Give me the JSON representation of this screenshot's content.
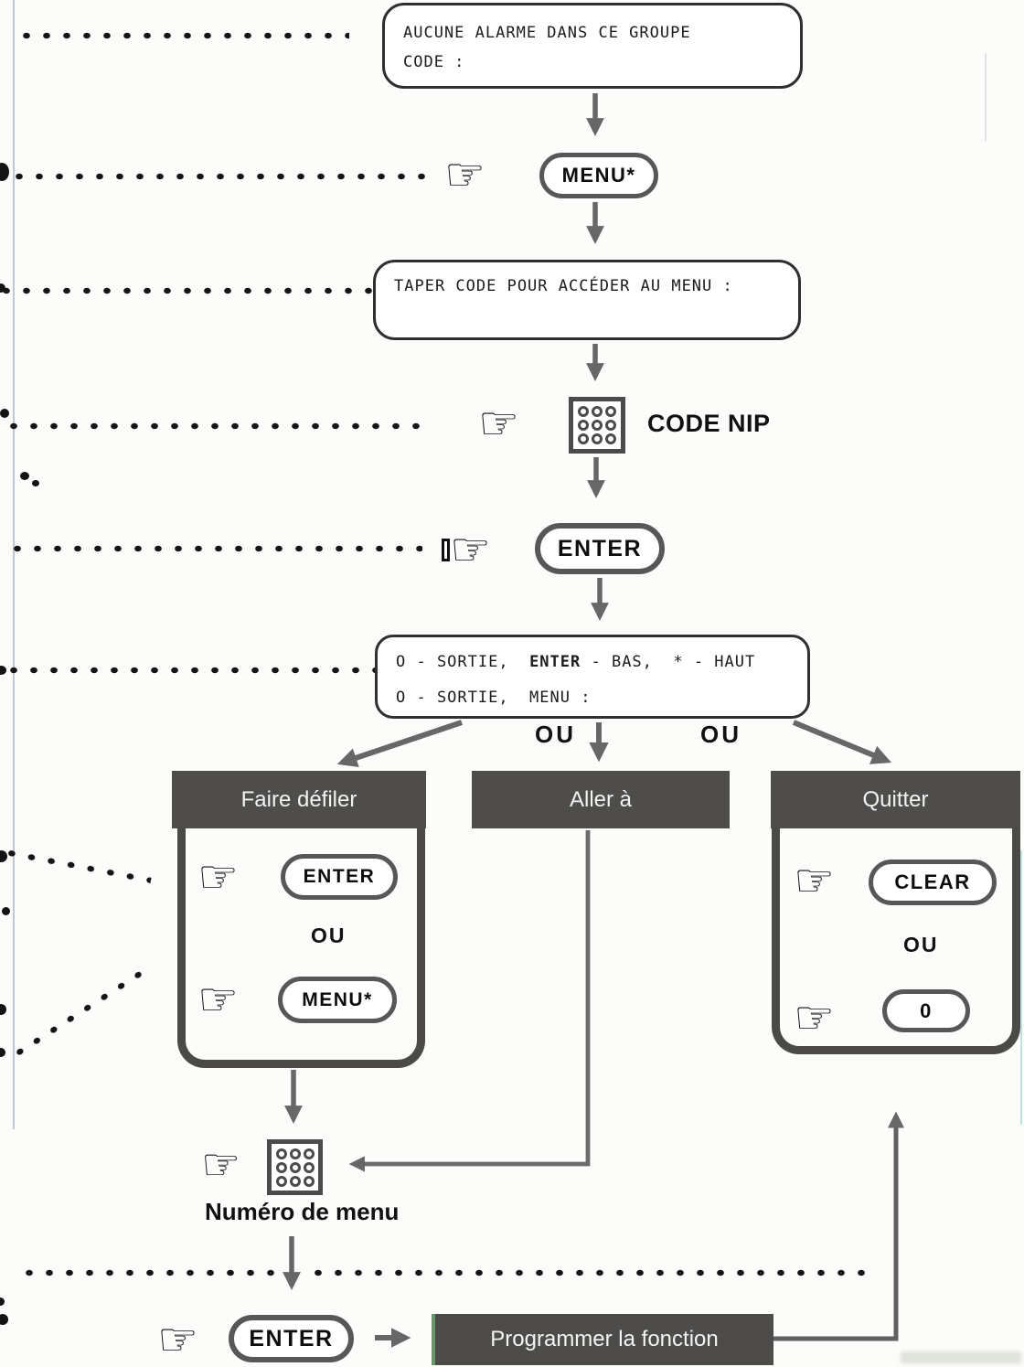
{
  "display_no_alarm": {
    "line1": "AUCUNE ALARME DANS CE GROUPE",
    "line2": "CODE :"
  },
  "display_enter_code": {
    "line1": "TAPER CODE POUR ACCÉDER AU MENU :"
  },
  "display_menu_nav": {
    "line1_prefix": "O - SORTIE,  ",
    "line1_bold": "ENTER",
    "line1_suffix": " - BAS,  * - HAUT",
    "line2": "O - SORTIE,  MENU :"
  },
  "buttons": {
    "menu": "MENU*",
    "enter": "ENTER",
    "clear": "CLEAR",
    "zero": "0"
  },
  "labels": {
    "pin_code": "CODE NIP",
    "menu_number": "Numéro de menu",
    "or": "OU",
    "program_function": "Programmer la fonction"
  },
  "branches": {
    "scroll": "Faire défiler",
    "goto": "Aller à",
    "quit": "Quitter"
  },
  "icons": {
    "hand_glyph": "☞"
  },
  "colors": {
    "bar_bg": "#4f4d4b",
    "line_gray": "#676767",
    "ink": "#161616",
    "paper": "#fcfcfa"
  }
}
